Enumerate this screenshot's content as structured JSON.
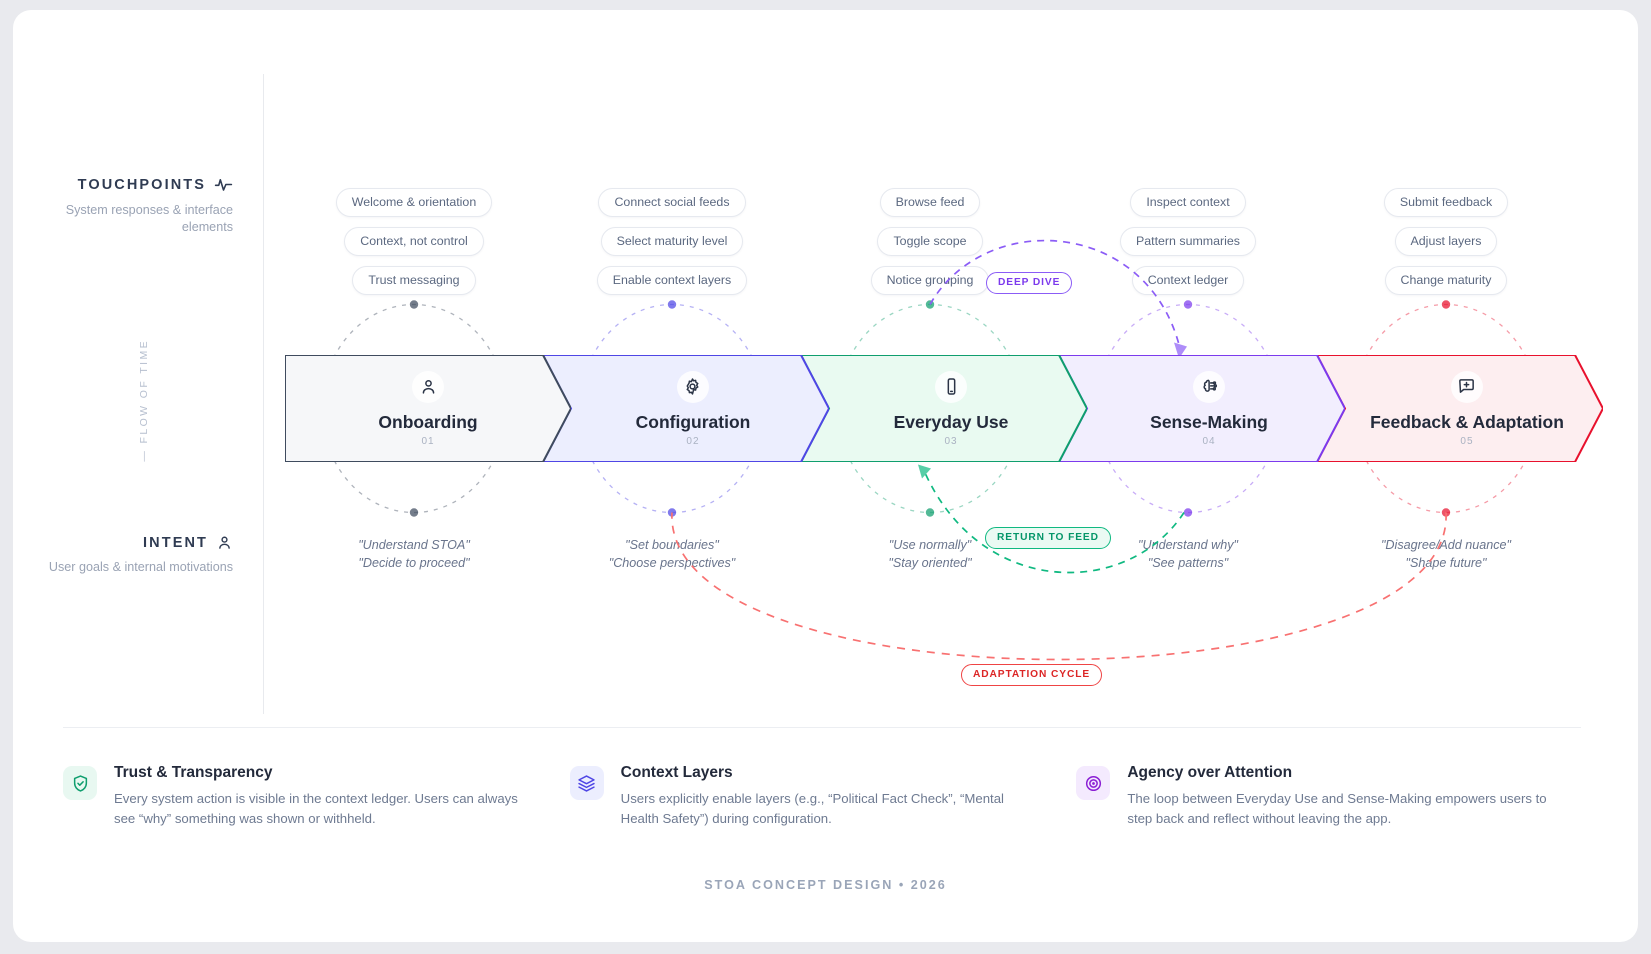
{
  "rails": {
    "touchpoints": {
      "title": "TOUCHPOINTS",
      "subtitle": "System responses & interface elements",
      "icon": "activity-pulse-icon"
    },
    "intent": {
      "title": "INTENT",
      "subtitle": "User goals & internal motivations",
      "icon": "user-icon"
    },
    "axis_label": "— FLOW OF TIME"
  },
  "stages": [
    {
      "number": "01",
      "label": "Onboarding",
      "icon": "user-icon",
      "color": "#3f4b5e",
      "fill": "#f6f7f9",
      "touchpoints": [
        "Welcome & orientation",
        "Context, not control",
        "Trust messaging"
      ],
      "intents": [
        "\"Understand STOA\"",
        "\"Decide to proceed\""
      ]
    },
    {
      "number": "02",
      "label": "Configuration",
      "icon": "gear-icon",
      "color": "#4f46e5",
      "fill": "#eceefe",
      "touchpoints": [
        "Connect social feeds",
        "Select maturity level",
        "Enable context layers"
      ],
      "intents": [
        "\"Set boundaries\"",
        "\"Choose perspectives\""
      ]
    },
    {
      "number": "03",
      "label": "Everyday Use",
      "icon": "smartphone-icon",
      "color": "#0f9e6e",
      "fill": "#e9faf1",
      "touchpoints": [
        "Browse feed",
        "Toggle scope",
        "Notice grouping"
      ],
      "intents": [
        "\"Use normally\"",
        "\"Stay oriented\""
      ]
    },
    {
      "number": "04",
      "label": "Sense-Making",
      "icon": "brain-icon",
      "color": "#7c3aed",
      "fill": "#f2eefe",
      "touchpoints": [
        "Inspect context",
        "Pattern summaries",
        "Context ledger"
      ],
      "intents": [
        "\"Understand why\"",
        "\"See patterns\""
      ]
    },
    {
      "number": "05",
      "label": "Feedback & Adaptation",
      "icon": "message-plus-icon",
      "color": "#e8112d",
      "fill": "#fdeef0",
      "touchpoints": [
        "Submit feedback",
        "Adjust layers",
        "Change maturity"
      ],
      "intents": [
        "\"Disagree/Add nuance\"",
        "\"Shape future\""
      ]
    }
  ],
  "loops": [
    {
      "label": "DEEP DIVE",
      "color": "#7c3aed"
    },
    {
      "label": "RETURN TO FEED",
      "color": "#059669"
    },
    {
      "label": "ADAPTATION CYCLE",
      "color": "#dc2626"
    }
  ],
  "principles": [
    {
      "icon": "shield-check-icon",
      "icon_color": "#0f9e6e",
      "icon_bg": "#e8f8f1",
      "title": "Trust & Transparency",
      "body": "Every system action is visible in the context ledger. Users can always see “why” something was shown or withheld."
    },
    {
      "icon": "layers-icon",
      "icon_color": "#4f46e5",
      "icon_bg": "#eceefe",
      "title": "Context Layers",
      "body": "Users explicitly enable layers (e.g., “Political Fact Check”, “Mental Health Safety”) during configuration."
    },
    {
      "icon": "eye-target-icon",
      "icon_color": "#8b1fd4",
      "icon_bg": "#f4eafe",
      "title": "Agency over Attention",
      "body": "The loop between Everyday Use and Sense-Making empowers users to step back and reflect without leaving the app."
    }
  ],
  "footer_mark": "STOA CONCEPT DESIGN • 2026"
}
